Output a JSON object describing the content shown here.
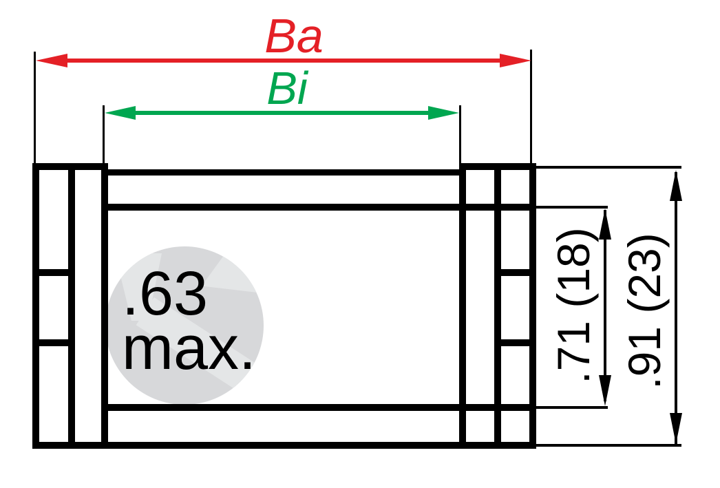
{
  "diagram": {
    "title_hint": "cable-carrier cross-section dimension drawing",
    "ba_label": "Ba",
    "bi_label": "Bi",
    "inner_note_line1": ".63",
    "inner_note_line2": "max.",
    "dim_inner_label": ".71 (18)",
    "dim_outer_label": ".91 (23)",
    "colors": {
      "ba_arrow": "#e42026",
      "bi_arrow": "#00a650",
      "structure": "#000000",
      "watermark_circle": "#d7d8da",
      "watermark_shape": "#e4e6e7"
    }
  }
}
